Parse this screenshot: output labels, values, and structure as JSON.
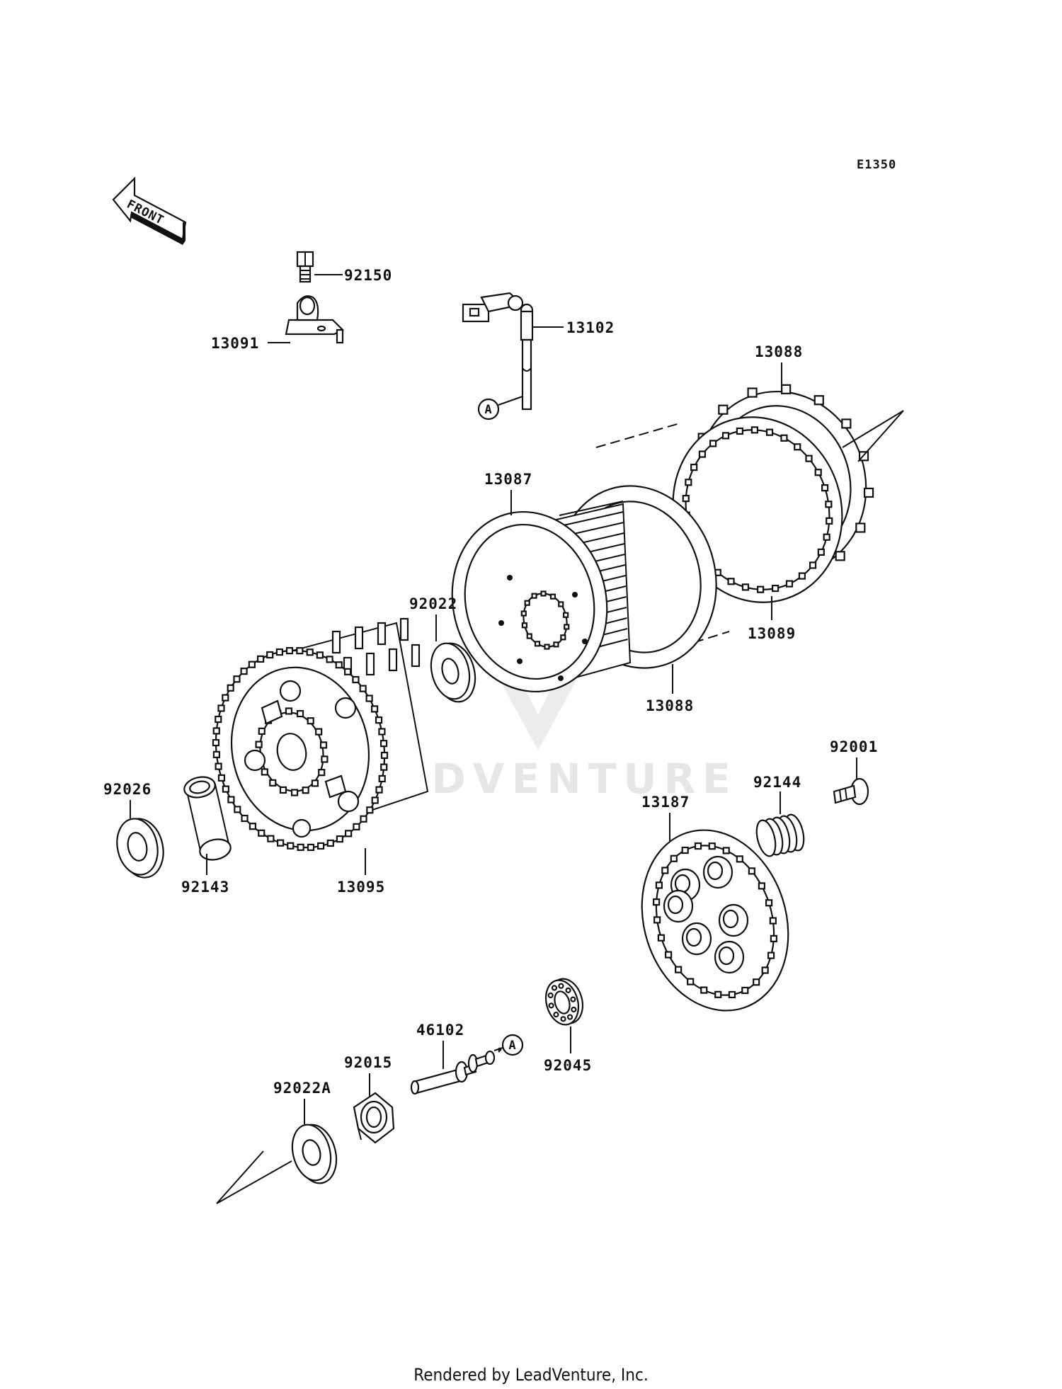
{
  "diagram": {
    "code": "E1350",
    "front_arrow_label": "FRONT",
    "watermark": "LEADVENTURE",
    "footer": "Rendered by LeadVenture, Inc.",
    "reference_marker": "A",
    "labels": {
      "p92150": "92150",
      "p13091": "13091",
      "p13102": "13102",
      "p13088_top": "13088",
      "p13087": "13087",
      "p92022": "92022",
      "p13089": "13089",
      "p13088_bottom": "13088",
      "p92001": "92001",
      "p92144": "92144",
      "p13187": "13187",
      "p92026": "92026",
      "p92143": "92143",
      "p13095": "13095",
      "p46102": "46102",
      "p92015": "92015",
      "p92045": "92045",
      "p92022A": "92022A"
    }
  }
}
